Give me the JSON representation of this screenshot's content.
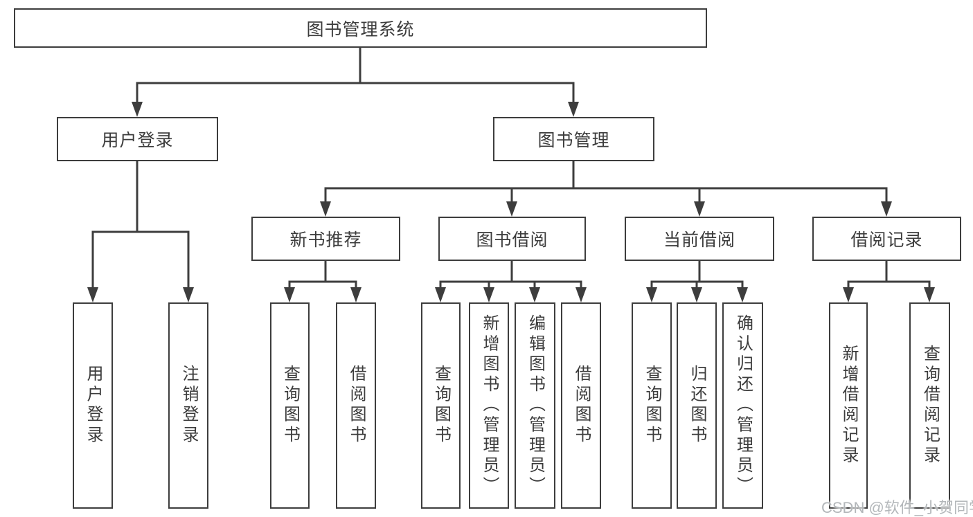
{
  "title": {
    "label": "图书管理系统"
  },
  "branches": {
    "user_login": {
      "label": "用户登录",
      "children": [
        {
          "label": "用户登录"
        },
        {
          "label": "注销登录"
        }
      ]
    },
    "book_management": {
      "label": "图书管理",
      "groups": [
        {
          "label": "新书推荐",
          "children": [
            {
              "label": "查询图书"
            },
            {
              "label": "借阅图书"
            }
          ]
        },
        {
          "label": "图书借阅",
          "children": [
            {
              "label": "查询图书"
            },
            {
              "label": "新增图书（管理员）"
            },
            {
              "label": "编辑图书（管理员）"
            },
            {
              "label": "借阅图书"
            }
          ]
        },
        {
          "label": "当前借阅",
          "children": [
            {
              "label": "查询图书"
            },
            {
              "label": "归还图书"
            },
            {
              "label": "确认归还（管理员）"
            }
          ]
        },
        {
          "label": "借阅记录",
          "children": [
            {
              "label": "新增借阅记录"
            },
            {
              "label": "查询借阅记录"
            }
          ]
        }
      ]
    }
  },
  "watermark": {
    "text": "CSDN @软件_小贺同学"
  },
  "colors": {
    "line": "#3d3d3d",
    "text": "#3c3c3c",
    "watermark": "#b3b7ba",
    "background": "#ffffff"
  }
}
